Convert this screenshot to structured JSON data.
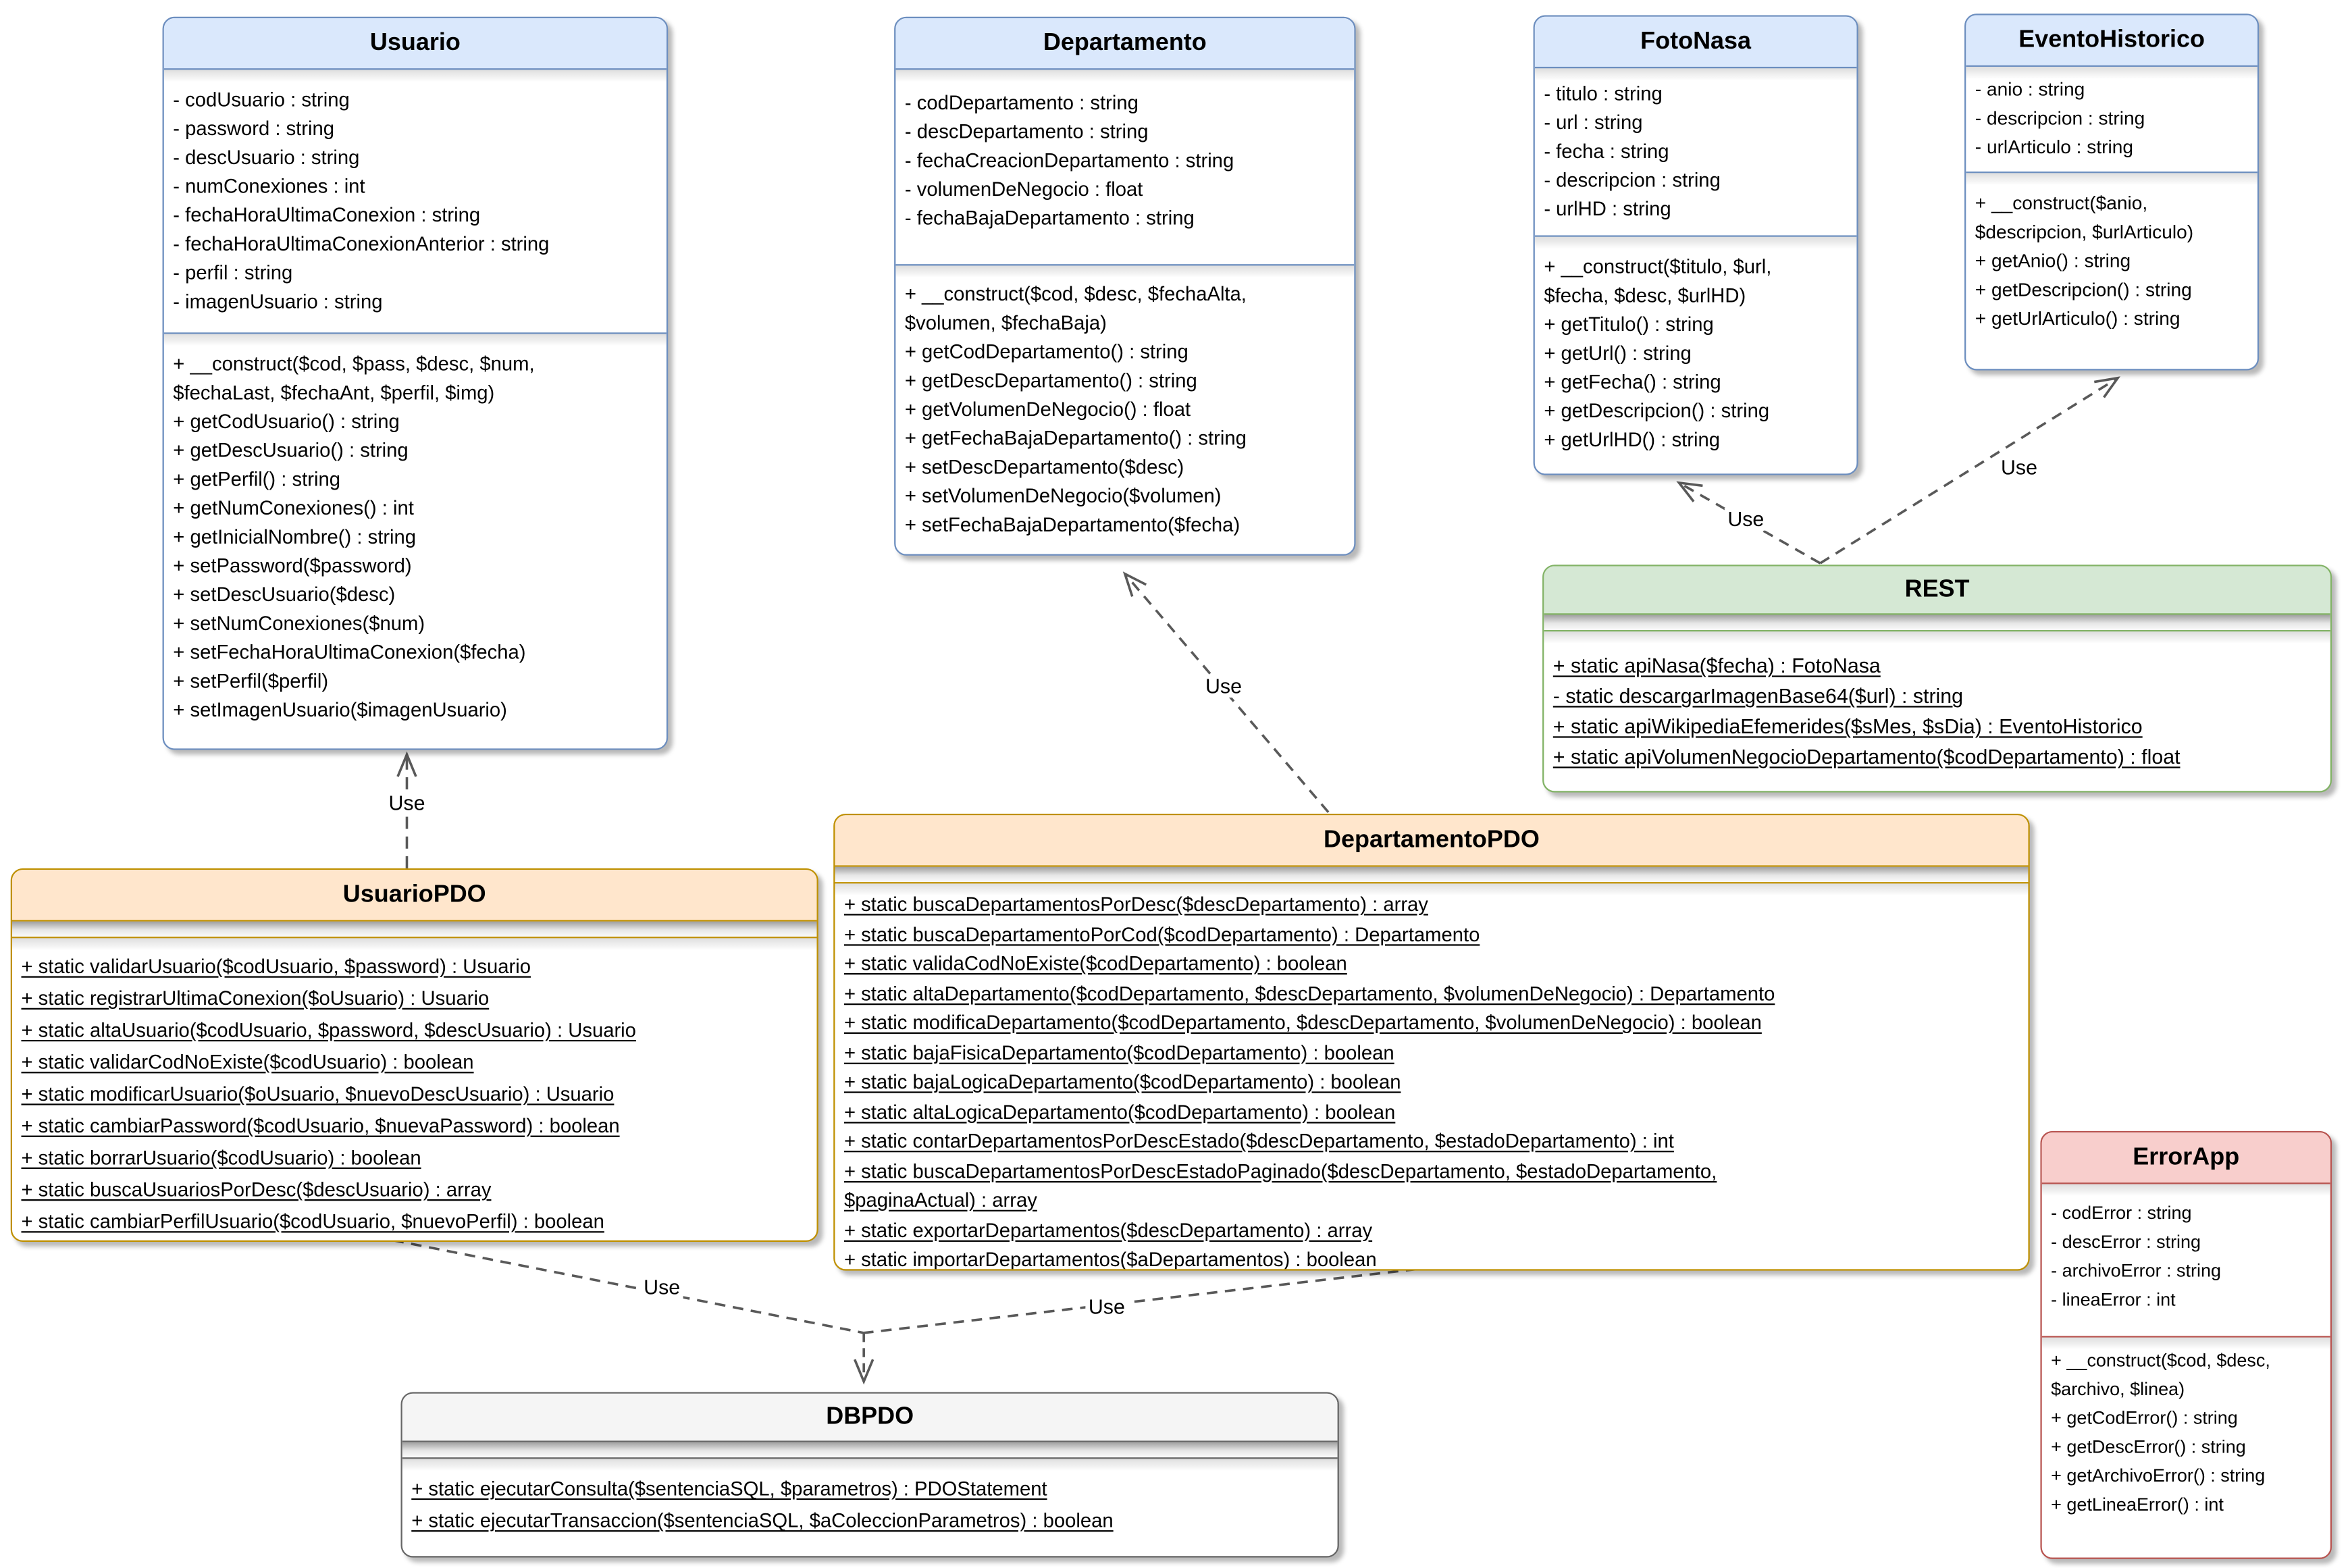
{
  "diagram": {
    "background": "#ffffff",
    "edge_color": "#595959",
    "classes": [
      {
        "id": "usuario",
        "title": "Usuario",
        "header_fill": "#dae8fc",
        "stroke": "#6c8ebf",
        "attributes": [
          "- codUsuario : string",
          "- password : string",
          "- descUsuario : string",
          "- numConexiones : int",
          "- fechaHoraUltimaConexion : string",
          "- fechaHoraUltimaConexionAnterior : string",
          "- perfil : string",
          "- imagenUsuario : string"
        ],
        "methods": [
          "+ __construct($cod, $pass, $desc, $num,",
          "$fechaLast, $fechaAnt, $perfil, $img)",
          "+ getCodUsuario() : string",
          "+ getDescUsuario() : string",
          "+ getPerfil() : string",
          "+ getNumConexiones() : int",
          "+ getInicialNombre() : string",
          "+ setPassword($password)",
          "+ setDescUsuario($desc)",
          "+ setNumConexiones($num)",
          "+ setFechaHoraUltimaConexion($fecha)",
          "+ setPerfil($perfil)",
          "+ setImagenUsuario($imagenUsuario)"
        ]
      },
      {
        "id": "departamento",
        "title": "Departamento",
        "header_fill": "#dae8fc",
        "stroke": "#6c8ebf",
        "attributes": [
          "- codDepartamento : string",
          "- descDepartamento : string",
          "- fechaCreacionDepartamento : string",
          "- volumenDeNegocio : float",
          "- fechaBajaDepartamento : string"
        ],
        "methods": [
          "+ __construct($cod, $desc, $fechaAlta,",
          "$volumen, $fechaBaja)",
          "+ getCodDepartamento() : string",
          "+ getDescDepartamento() : string",
          "+ getVolumenDeNegocio() : float",
          "+ getFechaBajaDepartamento() : string",
          "+ setDescDepartamento($desc)",
          "+ setVolumenDeNegocio($volumen)",
          "+ setFechaBajaDepartamento($fecha)"
        ]
      },
      {
        "id": "fotonasa",
        "title": "FotoNasa",
        "header_fill": "#dae8fc",
        "stroke": "#6c8ebf",
        "attributes": [
          "- titulo : string",
          "- url : string",
          "- fecha : string",
          "- descripcion : string",
          "- urlHD : string"
        ],
        "methods": [
          "+ __construct($titulo, $url,",
          "$fecha, $desc, $urlHD)",
          "+ getTitulo() : string",
          "+ getUrl() : string",
          "+ getFecha() : string",
          "+ getDescripcion() : string",
          "+ getUrlHD() : string"
        ]
      },
      {
        "id": "eventohistorico",
        "title": "EventoHistorico",
        "header_fill": "#dae8fc",
        "stroke": "#6c8ebf",
        "attributes": [
          "- anio : string",
          "- descripcion : string",
          "- urlArticulo : string"
        ],
        "methods": [
          "+ __construct($anio,",
          "$descripcion, $urlArticulo)",
          "+ getAnio() : string",
          "+ getDescripcion() : string",
          "+ getUrlArticulo() : string"
        ]
      },
      {
        "id": "rest",
        "title": "REST",
        "header_fill": "#d5e8d4",
        "stroke": "#82b366",
        "attributes": [],
        "methods": [
          "+ static apiNasa($fecha) : FotoNasa",
          "- static descargarImagenBase64($url) : string",
          "+ static apiWikipediaEfemerides($sMes, $sDia) : EventoHistorico",
          "+ static apiVolumenNegocioDepartamento($codDepartamento) : float"
        ]
      },
      {
        "id": "usuariopdo",
        "title": "UsuarioPDO",
        "header_fill": "#ffe6cc",
        "stroke": "#bf9000",
        "attributes": [],
        "methods": [
          "+ static validarUsuario($codUsuario, $password) : Usuario",
          "+ static registrarUltimaConexion($oUsuario) : Usuario",
          "+ static altaUsuario($codUsuario, $password, $descUsuario) : Usuario",
          "+ static validarCodNoExiste($codUsuario) : boolean",
          "+ static modificarUsuario($oUsuario, $nuevoDescUsuario) : Usuario",
          "+ static cambiarPassword($codUsuario, $nuevaPassword) : boolean",
          "+ static borrarUsuario($codUsuario) : boolean",
          "+ static buscaUsuariosPorDesc($descUsuario) : array",
          "+ static cambiarPerfilUsuario($codUsuario, $nuevoPerfil) : boolean"
        ]
      },
      {
        "id": "departamentopdo",
        "title": "DepartamentoPDO",
        "header_fill": "#ffe6cc",
        "stroke": "#bf9000",
        "attributes": [],
        "methods": [
          "+ static buscaDepartamentosPorDesc($descDepartamento) : array",
          "+ static buscaDepartamentoPorCod($codDepartamento) : Departamento",
          "+ static validaCodNoExiste($codDepartamento) : boolean",
          "+ static altaDepartamento($codDepartamento, $descDepartamento, $volumenDeNegocio) : Departamento",
          "+ static modificaDepartamento($codDepartamento, $descDepartamento, $volumenDeNegocio) : boolean",
          "+ static bajaFisicaDepartamento($codDepartamento) : boolean",
          "+ static bajaLogicaDepartamento($codDepartamento) : boolean",
          "+ static altaLogicaDepartamento($codDepartamento) : boolean",
          "+ static contarDepartamentosPorDescEstado($descDepartamento, $estadoDepartamento) : int",
          "+ static buscaDepartamentosPorDescEstadoPaginado($descDepartamento, $estadoDepartamento,",
          "$paginaActual) : array",
          "+ static exportarDepartamentos($descDepartamento) : array",
          "+ static importarDepartamentos($aDepartamentos) : boolean"
        ]
      },
      {
        "id": "errorapp",
        "title": "ErrorApp",
        "header_fill": "#f8cecc",
        "stroke": "#b85450",
        "attributes": [
          "- codError : string",
          "- descError : string",
          "- archivoError : string",
          "- lineaError : int"
        ],
        "methods": [
          "+ __construct($cod, $desc,",
          "$archivo, $linea)",
          "+ getCodError() : string",
          "+ getDescError() : string",
          "+ getArchivoError() : string",
          "+ getLineaError() : int"
        ]
      },
      {
        "id": "dbpdo",
        "title": "DBPDO",
        "header_fill": "#f5f5f5",
        "stroke": "#666666",
        "attributes": [],
        "methods": [
          "+ static ejecutarConsulta($sentenciaSQL, $parametros) : PDOStatement",
          "+ static ejecutarTransaccion($sentenciaSQL, $aColeccionParametros) : boolean"
        ]
      }
    ],
    "edges": [
      {
        "from": "UsuarioPDO",
        "to": "Usuario",
        "label": "Use"
      },
      {
        "from": "DepartamentoPDO",
        "to": "Departamento",
        "label": "Use"
      },
      {
        "from": "REST",
        "to": "FotoNasa",
        "label": "Use"
      },
      {
        "from": "REST",
        "to": "EventoHistorico",
        "label": "Use"
      },
      {
        "from": "UsuarioPDO",
        "to": "DBPDO",
        "label": "Use"
      },
      {
        "from": "DepartamentoPDO",
        "to": "DBPDO",
        "label": "Use"
      }
    ]
  }
}
